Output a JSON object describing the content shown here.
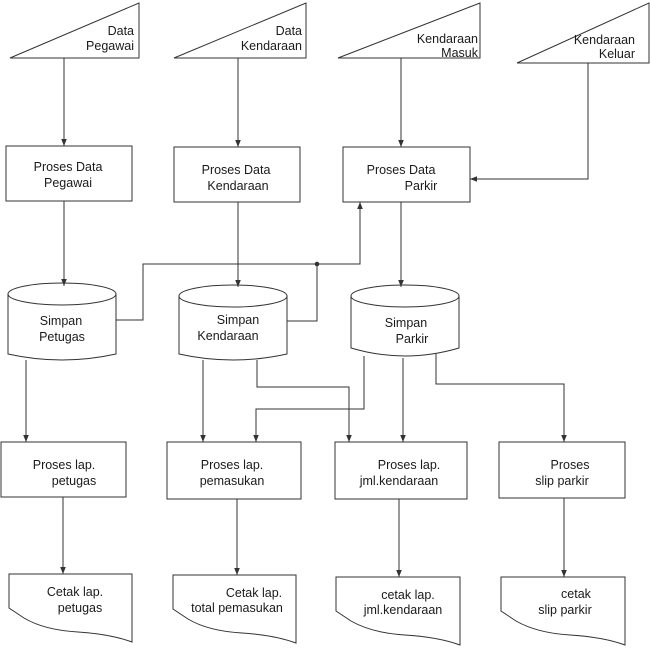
{
  "inputs": {
    "data_pegawai": [
      "Data",
      "Pegawai"
    ],
    "data_kendaraan": [
      "Data",
      "Kendaraan"
    ],
    "kendaraan_masuk": [
      "Kendaraan",
      "Masuk"
    ],
    "kendaraan_keluar": [
      "Kendaraan",
      "Keluar"
    ]
  },
  "processes": {
    "proses_data_pegawai": [
      "Proses Data",
      "Pegawai"
    ],
    "proses_data_kendaraan": [
      "Proses Data",
      "Kendaraan"
    ],
    "proses_data_parkir": [
      "Proses Data",
      "Parkir"
    ]
  },
  "storages": {
    "simpan_petugas": [
      "Simpan",
      "Petugas"
    ],
    "simpan_kendaraan": [
      "Simpan",
      "Kendaraan"
    ],
    "simpan_parkir": [
      "Simpan",
      "Parkir"
    ]
  },
  "reports": {
    "proses_lap_petugas": [
      "Proses lap.",
      "petugas"
    ],
    "proses_lap_pemasukan": [
      "Proses lap.",
      "pemasukan"
    ],
    "proses_lap_jml_kendaraan": [
      "Proses lap.",
      "jml.kendaraan"
    ],
    "proses_slip_parkir": [
      "Proses",
      "slip parkir"
    ]
  },
  "outputs": {
    "cetak_lap_petugas": [
      "Cetak lap.",
      "petugas"
    ],
    "cetak_lap_total_pemasukan": [
      "Cetak lap.",
      "total pemasukan"
    ],
    "cetak_lap_jml_kendaraan": [
      "cetak lap.",
      "jml.kendaraan"
    ],
    "cetak_slip_parkir": [
      "cetak",
      "slip parkir"
    ]
  }
}
